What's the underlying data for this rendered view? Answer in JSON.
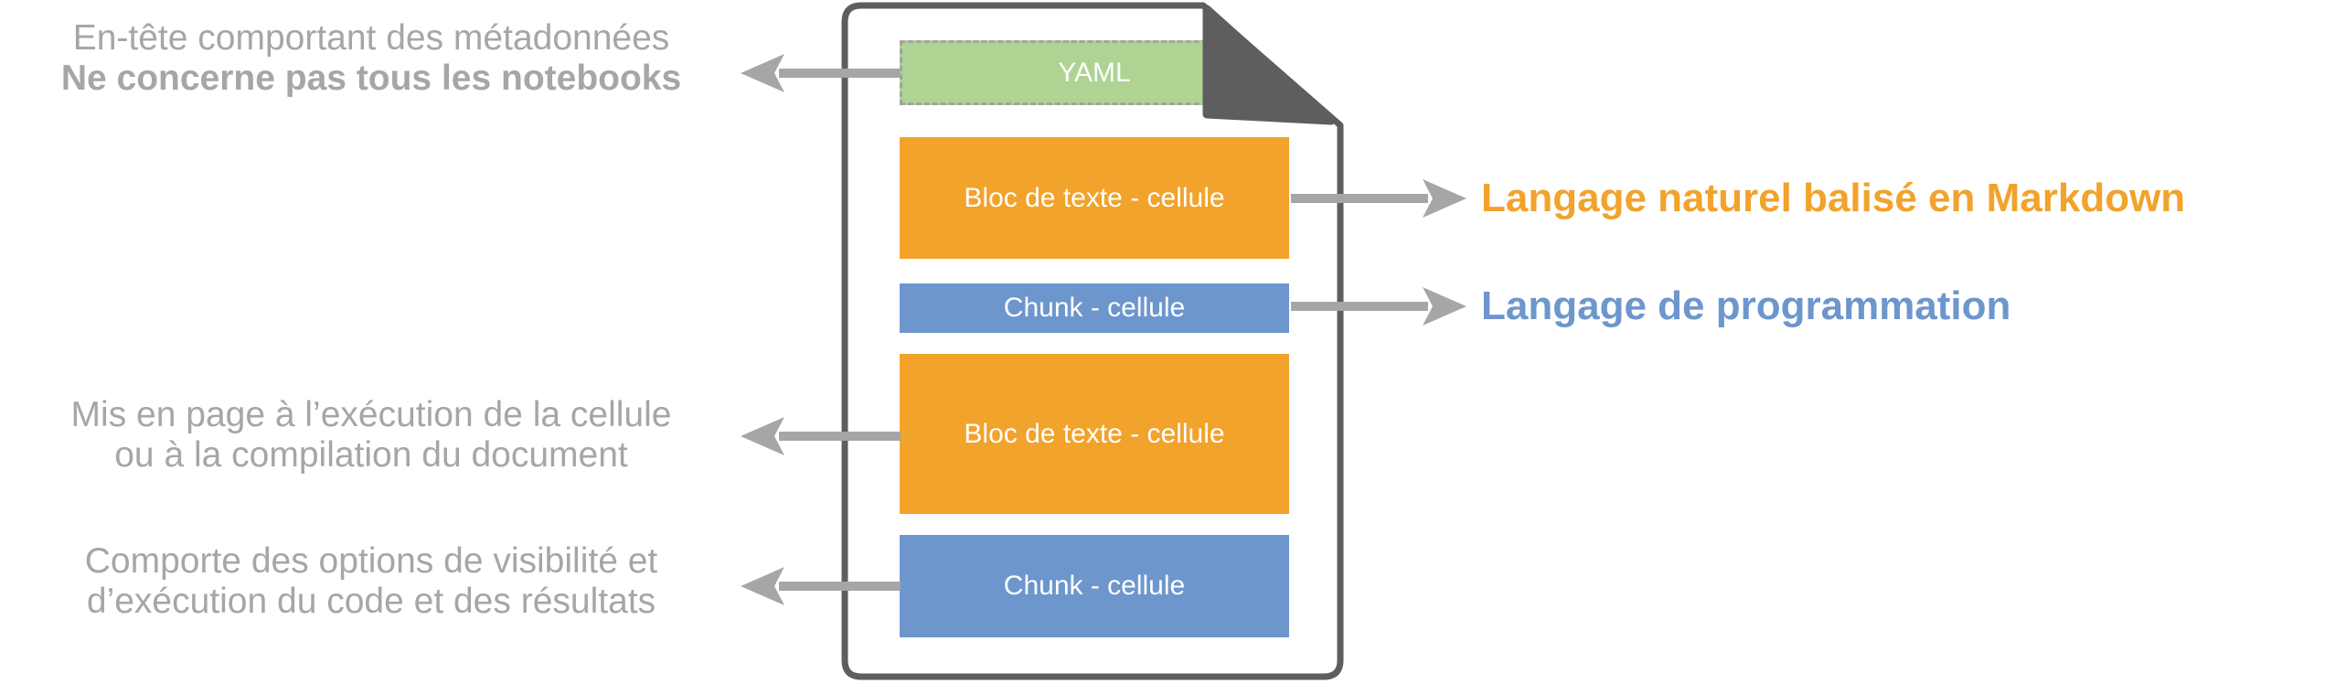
{
  "colors": {
    "page_border": "#5E5E5E",
    "fold_corner": "#5E5E5E",
    "arrow_gray": "#A6A6A6",
    "note_text_gray": "#A6A6A6",
    "yaml_green": "#AED392",
    "yaml_dashed_border": "#A3A3A3",
    "markdown_orange": "#F1A32C",
    "code_blue": "#6D96CD",
    "cell_text": "#FFFFFF"
  },
  "notebook": {
    "yaml_label": "YAML",
    "cells": [
      {
        "kind": "text",
        "label": "Bloc de texte - cellule"
      },
      {
        "kind": "chunk",
        "label": "Chunk - cellule"
      },
      {
        "kind": "text",
        "label": "Bloc de texte - cellule"
      },
      {
        "kind": "chunk",
        "label": "Chunk - cellule"
      }
    ]
  },
  "left_notes": [
    {
      "line1": "En-tête comportant des métadonnées",
      "line2": "Ne concerne pas tous les notebooks"
    },
    {
      "line1": "Mis en page à l’exécution de la cellule",
      "line2": "ou à la compilation du document"
    },
    {
      "line1": "Comporte des options de visibilité et",
      "line2": "d’exécution du code et des résultats"
    }
  ],
  "right_notes": [
    {
      "text": "Langage naturel balisé en Markdown"
    },
    {
      "text": "Langage de programmation"
    }
  ]
}
